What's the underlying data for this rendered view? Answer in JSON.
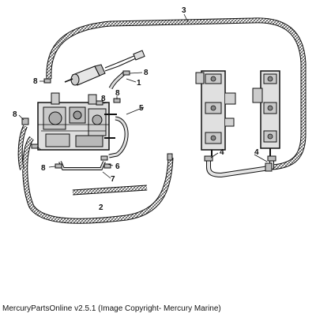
{
  "caption": "MercuryPartsOnline v2.5.1 (Image Copyright- Mercury Marine)",
  "callouts": {
    "c1": "1",
    "c2": "2",
    "c3": "3",
    "c4a": "4",
    "c4b": "4",
    "c5": "5",
    "c6": "6",
    "c7": "7",
    "c8a": "8",
    "c8b": "8",
    "c8c": "8",
    "c8d": "8",
    "c8e": "8",
    "c8f": "8"
  },
  "colors": {
    "ink": "#111111",
    "hose_fill": "#9a9a9a",
    "part_fill": "#d8d8d8",
    "background": "#ffffff"
  }
}
